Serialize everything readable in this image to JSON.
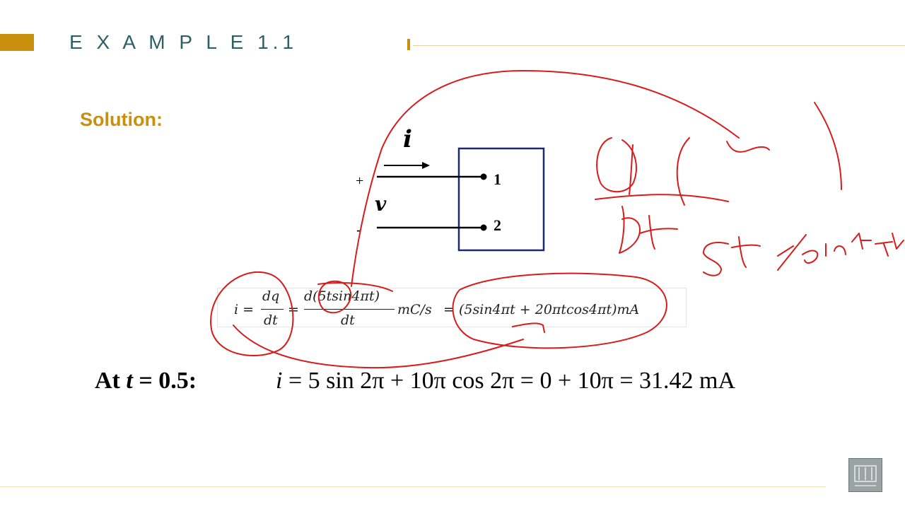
{
  "slide": {
    "title": "E X A M P L E 1.1",
    "solution_label": "Solution:"
  },
  "circuit": {
    "current_label": "i",
    "voltage_label": "v",
    "plus_sign": "+",
    "minus_sign": "-",
    "terminal_1": "1",
    "terminal_2": "2"
  },
  "equation": {
    "lhs": "i =",
    "frac1_num": "dq",
    "frac1_den": "dt",
    "eq2": "=",
    "frac2_num": "d(5tsin4πt)",
    "frac2_den": "dt",
    "units": "mC/s",
    "rhs": "= (5sin4πt + 20πtcos4πt)mA"
  },
  "evaluation": {
    "prefix_at": "At",
    "prefix_var": "t",
    "prefix_value": "= 0.5:",
    "var_i": "i",
    "expression": "= 5 sin 2π + 10π cos 2π = 0 + 10π = 31.42 mA"
  },
  "colors": {
    "accent": "#c8900d",
    "title": "#2f5f66",
    "ink": "#d81c1c",
    "circuit_box": "#1a2a6c"
  }
}
